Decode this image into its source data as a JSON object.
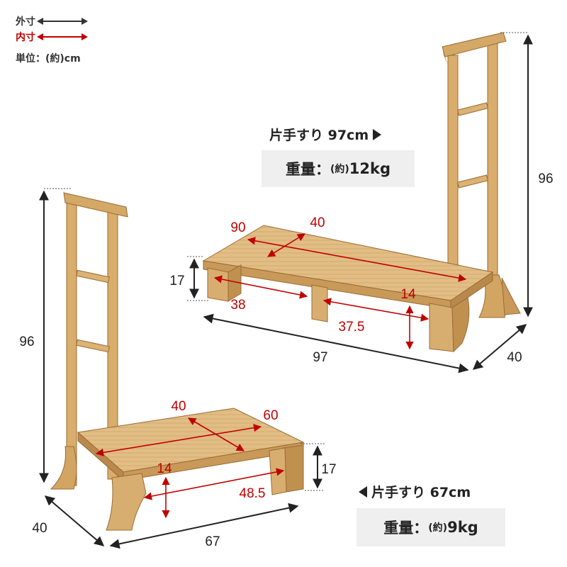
{
  "legend": {
    "outer_label": "外寸",
    "inner_label": "内寸",
    "unit_label": "単位：(約)cm",
    "outer_color": "#333333",
    "inner_color": "#c00000"
  },
  "colors": {
    "wood_light": "#e6c48e",
    "wood_mid": "#d4a866",
    "wood_dark": "#b3834a",
    "wood_edge": "#9a6b35",
    "dim_outer": "#222222",
    "dim_inner": "#c00000",
    "weight_box_bg": "#efefef"
  },
  "product_large": {
    "title": "片手すり 97cm",
    "weight_label": "重量：",
    "weight_approx": "(約)",
    "weight_value": "12kg",
    "dims_outer": {
      "height": "96",
      "step_height": "17",
      "width": "97",
      "depth": "40"
    },
    "dims_inner": {
      "top_width": "90",
      "top_depth": "40",
      "gap_left": "38",
      "gap_right": "37.5",
      "clearance": "14"
    }
  },
  "product_small": {
    "title": "片手すり 67cm",
    "weight_label": "重量：",
    "weight_approx": "(約)",
    "weight_value": "9kg",
    "dims_outer": {
      "height": "96",
      "step_height": "17",
      "width": "67",
      "depth": "40"
    },
    "dims_inner": {
      "top_depth": "40",
      "top_width": "60",
      "clearance": "14",
      "under_width": "48.5"
    }
  }
}
